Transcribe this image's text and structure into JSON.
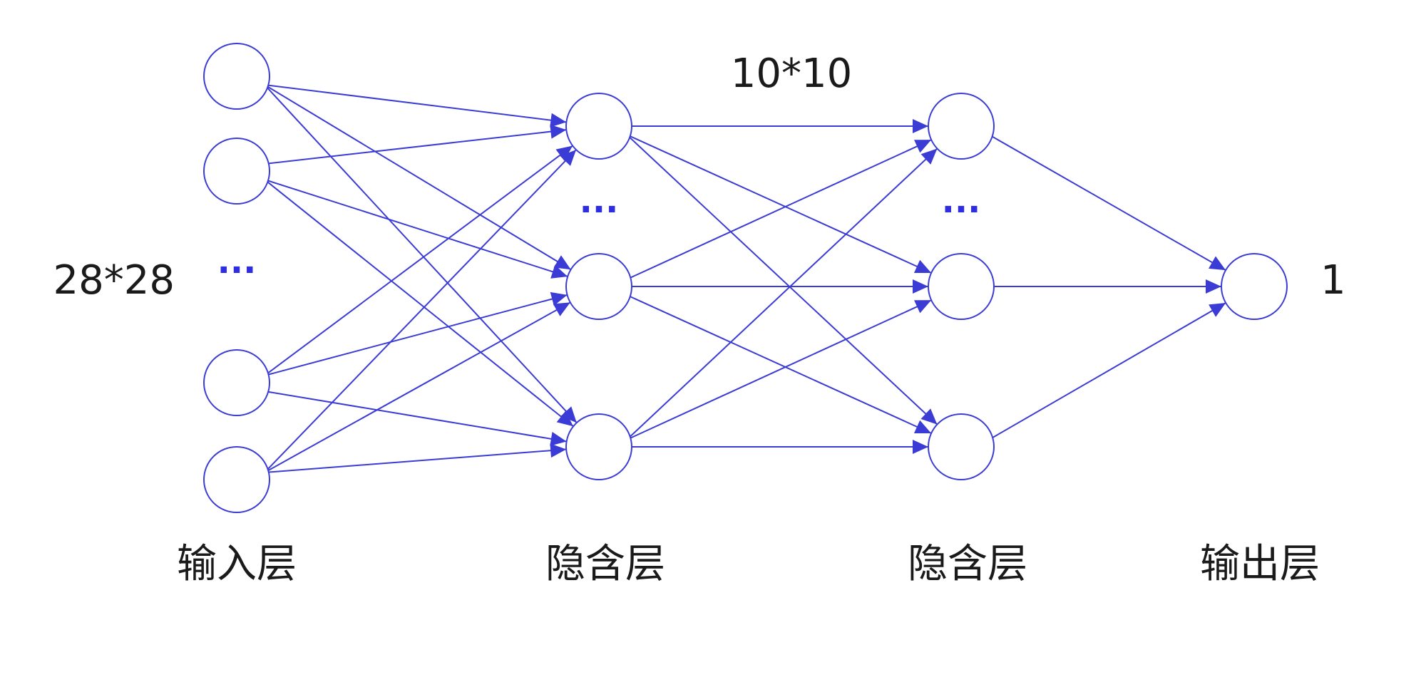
{
  "colors": {
    "stroke": "#3b3bd6",
    "ellipsis": "#2e2ee0",
    "text": "#1a1a1a",
    "background": "#ffffff"
  },
  "dimensions": {
    "input": "28*28",
    "hidden": "10*10",
    "output": "1"
  },
  "ellipsis": "···",
  "layers": {
    "input": "输入层",
    "hidden1": "隐含层",
    "hidden2": "隐含层",
    "output": "输出层"
  }
}
